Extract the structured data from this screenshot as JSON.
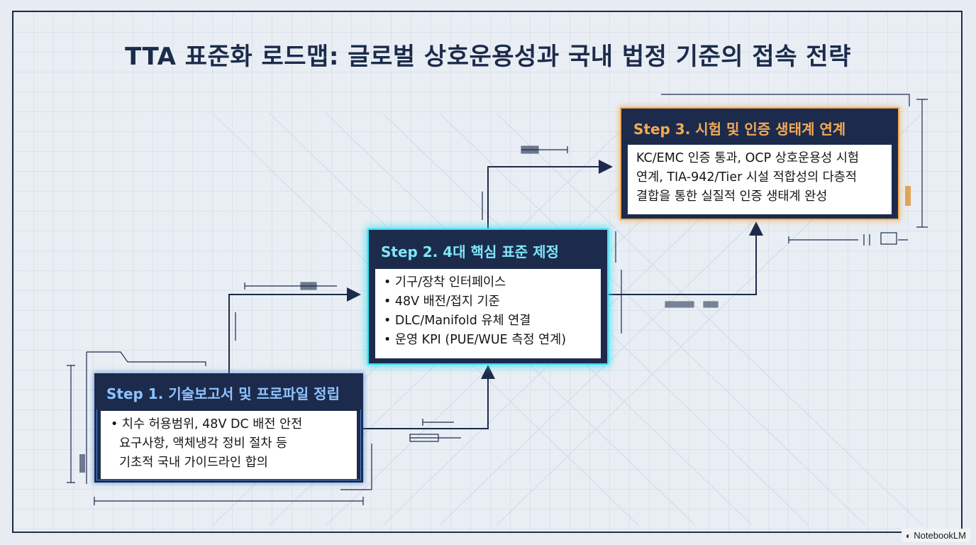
{
  "title": "TTA 표준화 로드맵: 글로벌 상호운용성과 국내 법정 기준의 접속 전략",
  "steps": [
    {
      "label": "Step 1. 기술보고서 및 프로파일 정립",
      "lines": [
        "• 치수 허용범위, 48V DC 배전 안전",
        "요구사항, 액체냉각 정비 절차 등",
        "기초적 국내 가이드라인 합의"
      ],
      "accent": "#8fc3ff"
    },
    {
      "label": "Step 2. 4대 핵심 표준 제정",
      "lines": [
        "• 기구/장착 인터페이스",
        "• 48V 배전/접지 기준",
        "• DLC/Manifold 유체 연결",
        "• 운영 KPI (PUE/WUE 측정 연계)"
      ],
      "accent": "#3fe3f5"
    },
    {
      "label": "Step 3. 시험 및 인증 생태계 연계",
      "lines": [
        "KC/EMC 인증 통과, OCP 상호운용성 시험",
        "연계, TIA-942/Tier 시설 적합성의 다층적",
        "결합을 통한 실질적 인증 생태계 완성"
      ],
      "accent": "#f0a95a"
    }
  ],
  "brand": {
    "label": "NotebookLM",
    "icon": "notebooklm-icon"
  }
}
